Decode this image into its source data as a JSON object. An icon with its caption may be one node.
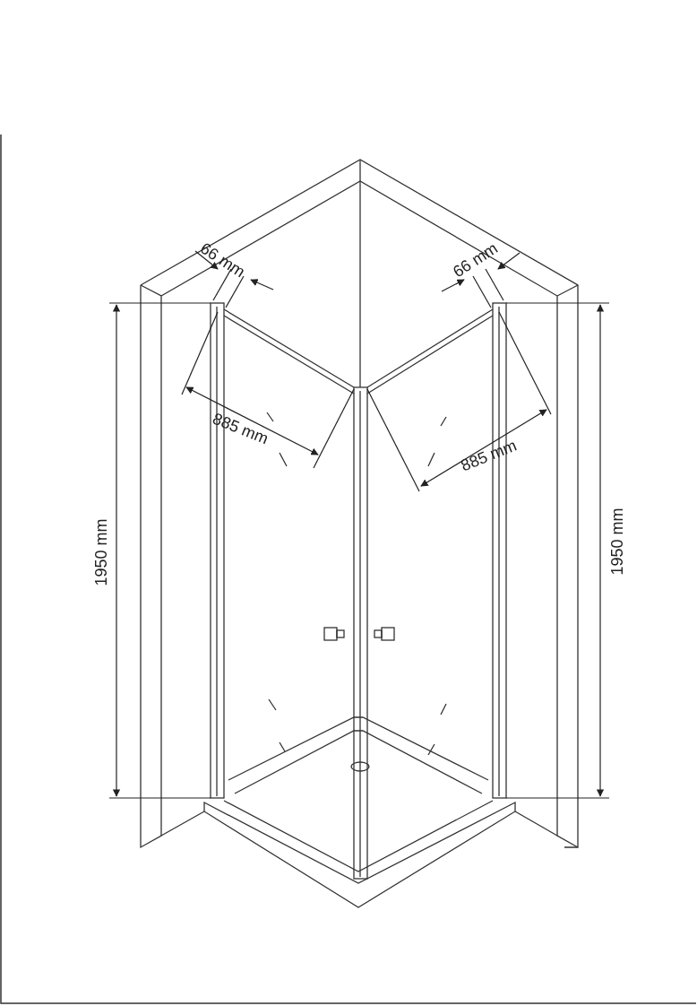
{
  "diagram": {
    "labels": [
      "66 mm",
      "66 mm",
      "885 mm",
      "885 mm",
      "1950 mm",
      "1950 mm"
    ]
  }
}
